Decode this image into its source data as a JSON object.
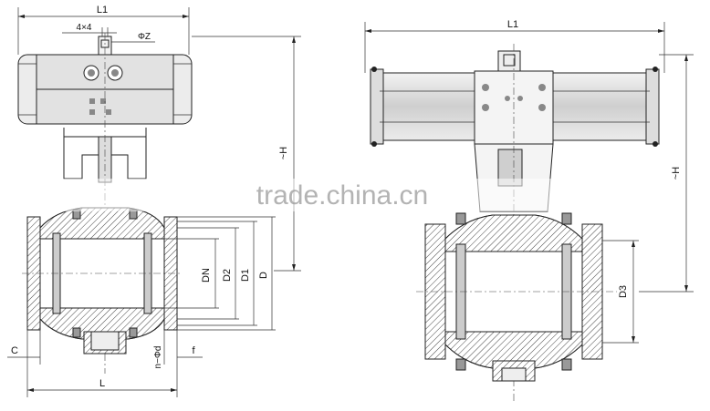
{
  "watermark": "trade.china.cn",
  "left_view": {
    "labels": {
      "l1": "L1",
      "square": "4×4",
      "phi_z": "ΦZ",
      "h": "~H",
      "dn": "DN",
      "d2": "D2",
      "d1": "D1",
      "d": "D",
      "c": "C",
      "l": "L",
      "holes": "n−Φd",
      "f": "f"
    }
  },
  "right_view": {
    "labels": {
      "l1": "L1",
      "h": "~H",
      "d3": "D3"
    }
  },
  "colors": {
    "line": "#222222",
    "actuator_fill": "#e6e6e6",
    "watermark": "#9a9a9a"
  }
}
